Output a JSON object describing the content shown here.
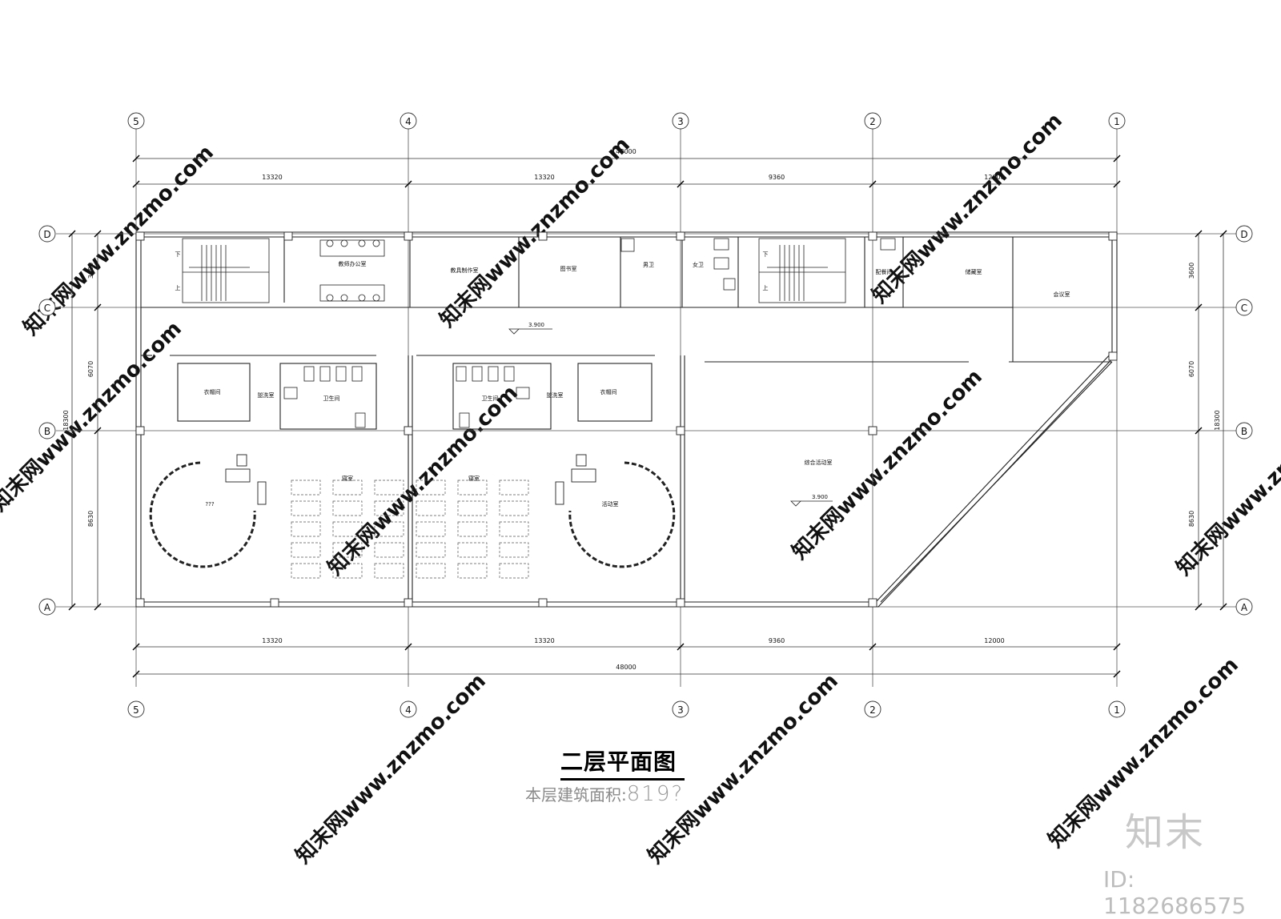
{
  "grid": {
    "v_labels": [
      "5",
      "4",
      "3",
      "2",
      "1"
    ],
    "h_labels": [
      "D",
      "C",
      "B",
      "A"
    ]
  },
  "dims": {
    "top_total": "48000",
    "top_segments": [
      "13320",
      "13320",
      "9360",
      "12000"
    ],
    "bottom_segments": [
      "13320",
      "13320",
      "9360",
      "12000"
    ],
    "bottom_total": "48000",
    "left_segments": [
      "3600",
      "6070",
      "8630"
    ],
    "left_total": "18300",
    "right_segments": [
      "3600",
      "6070",
      "8630"
    ],
    "right_total": "18300"
  },
  "rooms": {
    "teacher_office": "教师办公室",
    "teaching_aids": "教具制作室",
    "library": "图书室",
    "men_wc": "男卫",
    "women_wc": "女卫",
    "pantry": "配餐间",
    "storage": "储藏室",
    "meeting": "会议室",
    "wardrobe_1": "衣帽间",
    "wash_1": "盥洗室",
    "toilet_1": "卫生间",
    "toilet_2": "卫生间",
    "wash_2": "盥洗室",
    "wardrobe_2": "衣帽间",
    "bedroom_1": "寝室",
    "bedroom_2": "寝室",
    "activity_q": "???",
    "activity": "活动室",
    "multi_activity": "综合活动室",
    "level_1": "3.900",
    "level_2": "3.900",
    "stair_down": "下",
    "stair_up": "上"
  },
  "title": "二层平面图",
  "subtitle_label": "本层建筑面积:",
  "subtitle_value": "819?",
  "watermark": "知末网www.znzmo.com",
  "logo": "知末",
  "image_id": "ID: 1182686575"
}
